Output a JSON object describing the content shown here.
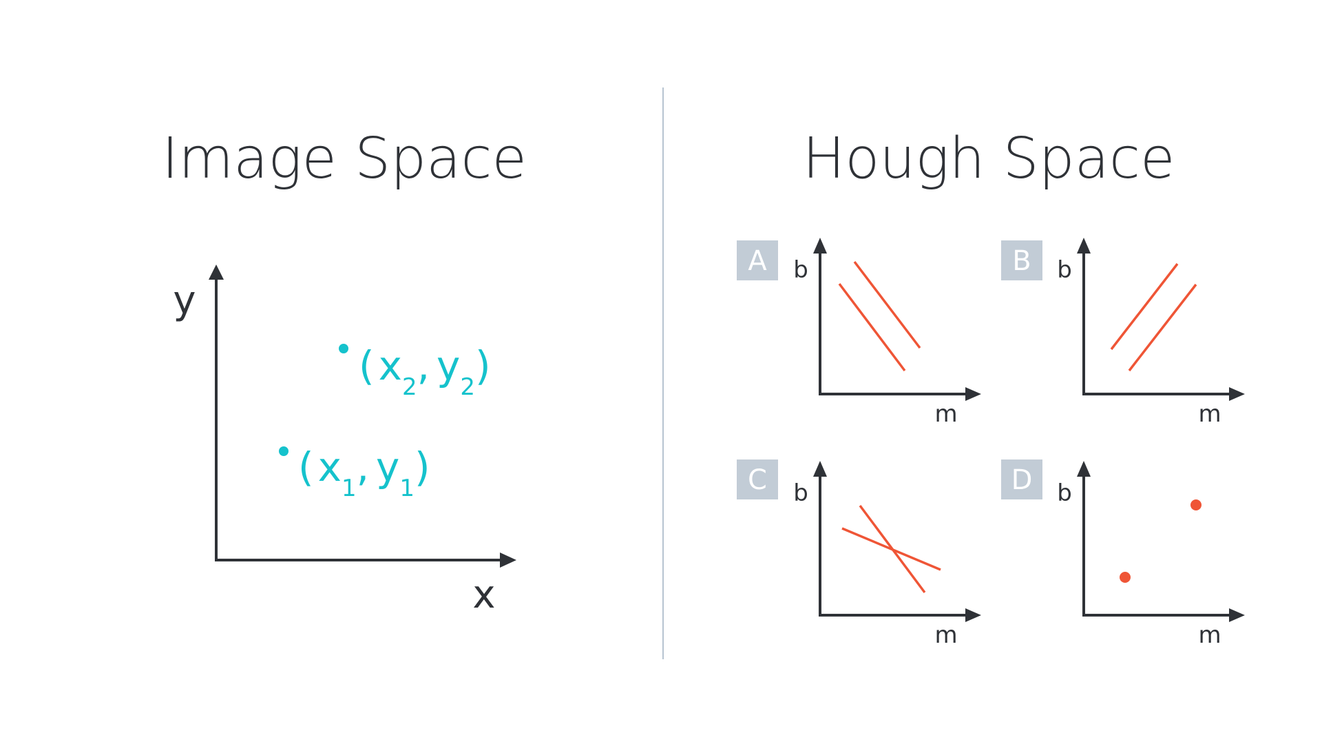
{
  "titles": {
    "image_space": "Image Space",
    "hough_space": "Hough Space"
  },
  "image_space": {
    "x_label": "x",
    "y_label": "y",
    "point_color": "#15c2cc",
    "points": [
      {
        "open": "(",
        "x": "x",
        "x_sub": "1",
        "comma": ",",
        "y": "y",
        "y_sub": "1",
        "close": ")"
      },
      {
        "open": "(",
        "x": "x",
        "x_sub": "2",
        "comma": ",",
        "y": "y",
        "y_sub": "2",
        "close": ")"
      }
    ]
  },
  "hough_space": {
    "line_color": "#ef5536",
    "badge_color": "#c2ccd6",
    "options": [
      {
        "badge": "A",
        "x_label": "m",
        "y_label": "b"
      },
      {
        "badge": "B",
        "x_label": "m",
        "y_label": "b"
      },
      {
        "badge": "C",
        "x_label": "m",
        "y_label": "b"
      },
      {
        "badge": "D",
        "x_label": "m",
        "y_label": "b"
      }
    ]
  }
}
